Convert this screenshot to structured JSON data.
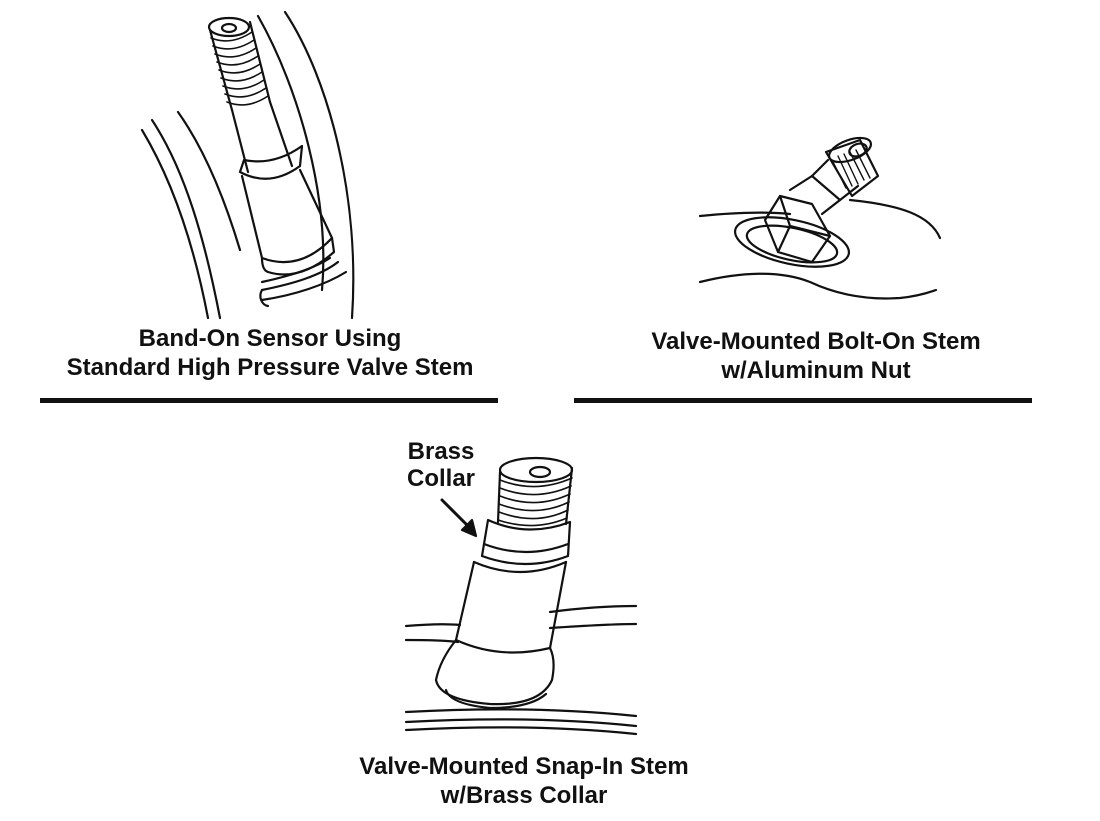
{
  "figures": [
    {
      "caption_lines": [
        "Band-On Sensor Using",
        "Standard High Pressure Valve Stem"
      ]
    },
    {
      "caption_lines": [
        "Valve-Mounted Bolt-On Stem",
        "w/Aluminum Nut"
      ]
    },
    {
      "caption_lines": [
        "Valve-Mounted Snap-In Stem",
        "w/Brass Collar"
      ],
      "callout_lines": [
        "Brass",
        "Collar"
      ]
    }
  ],
  "colors": {
    "ink": "#111111",
    "background": "#ffffff"
  }
}
